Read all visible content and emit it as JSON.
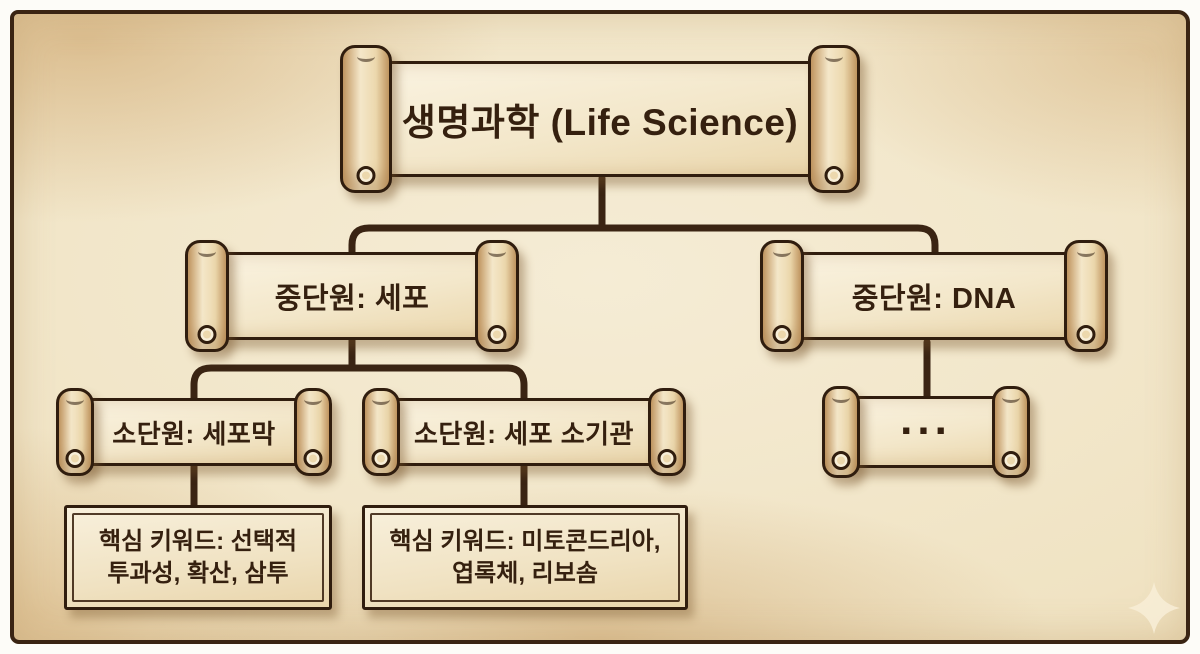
{
  "tree": {
    "root": {
      "label": "생명과학 (Life Science)"
    },
    "branches": [
      {
        "label": "중단원: 세포",
        "children": [
          {
            "label": "소단원: 세포막",
            "keywords": {
              "line1": "핵심 키워드: 선택적",
              "line2": "투과성, 확산, 삼투"
            }
          },
          {
            "label": "소단원: 세포 소기관",
            "keywords": {
              "line1": "핵심 키워드: 미토콘드리아,",
              "line2": "엽록체, 리보솜"
            }
          }
        ]
      },
      {
        "label": "중단원: DNA",
        "children": [
          {
            "label": "..."
          }
        ]
      }
    ]
  },
  "icons": {
    "sparkle": "four-pointed-star"
  },
  "colors": {
    "ink": "#35200f",
    "line": "#3a2413",
    "parchment_center": "#f5ecd5",
    "parchment_edge": "#e5cda0",
    "scroll_fill": "#f3e7ca",
    "roll_shade": "#c79d68",
    "outer_background": "#fdfcf8",
    "sparkle": "#f7ecd4"
  }
}
